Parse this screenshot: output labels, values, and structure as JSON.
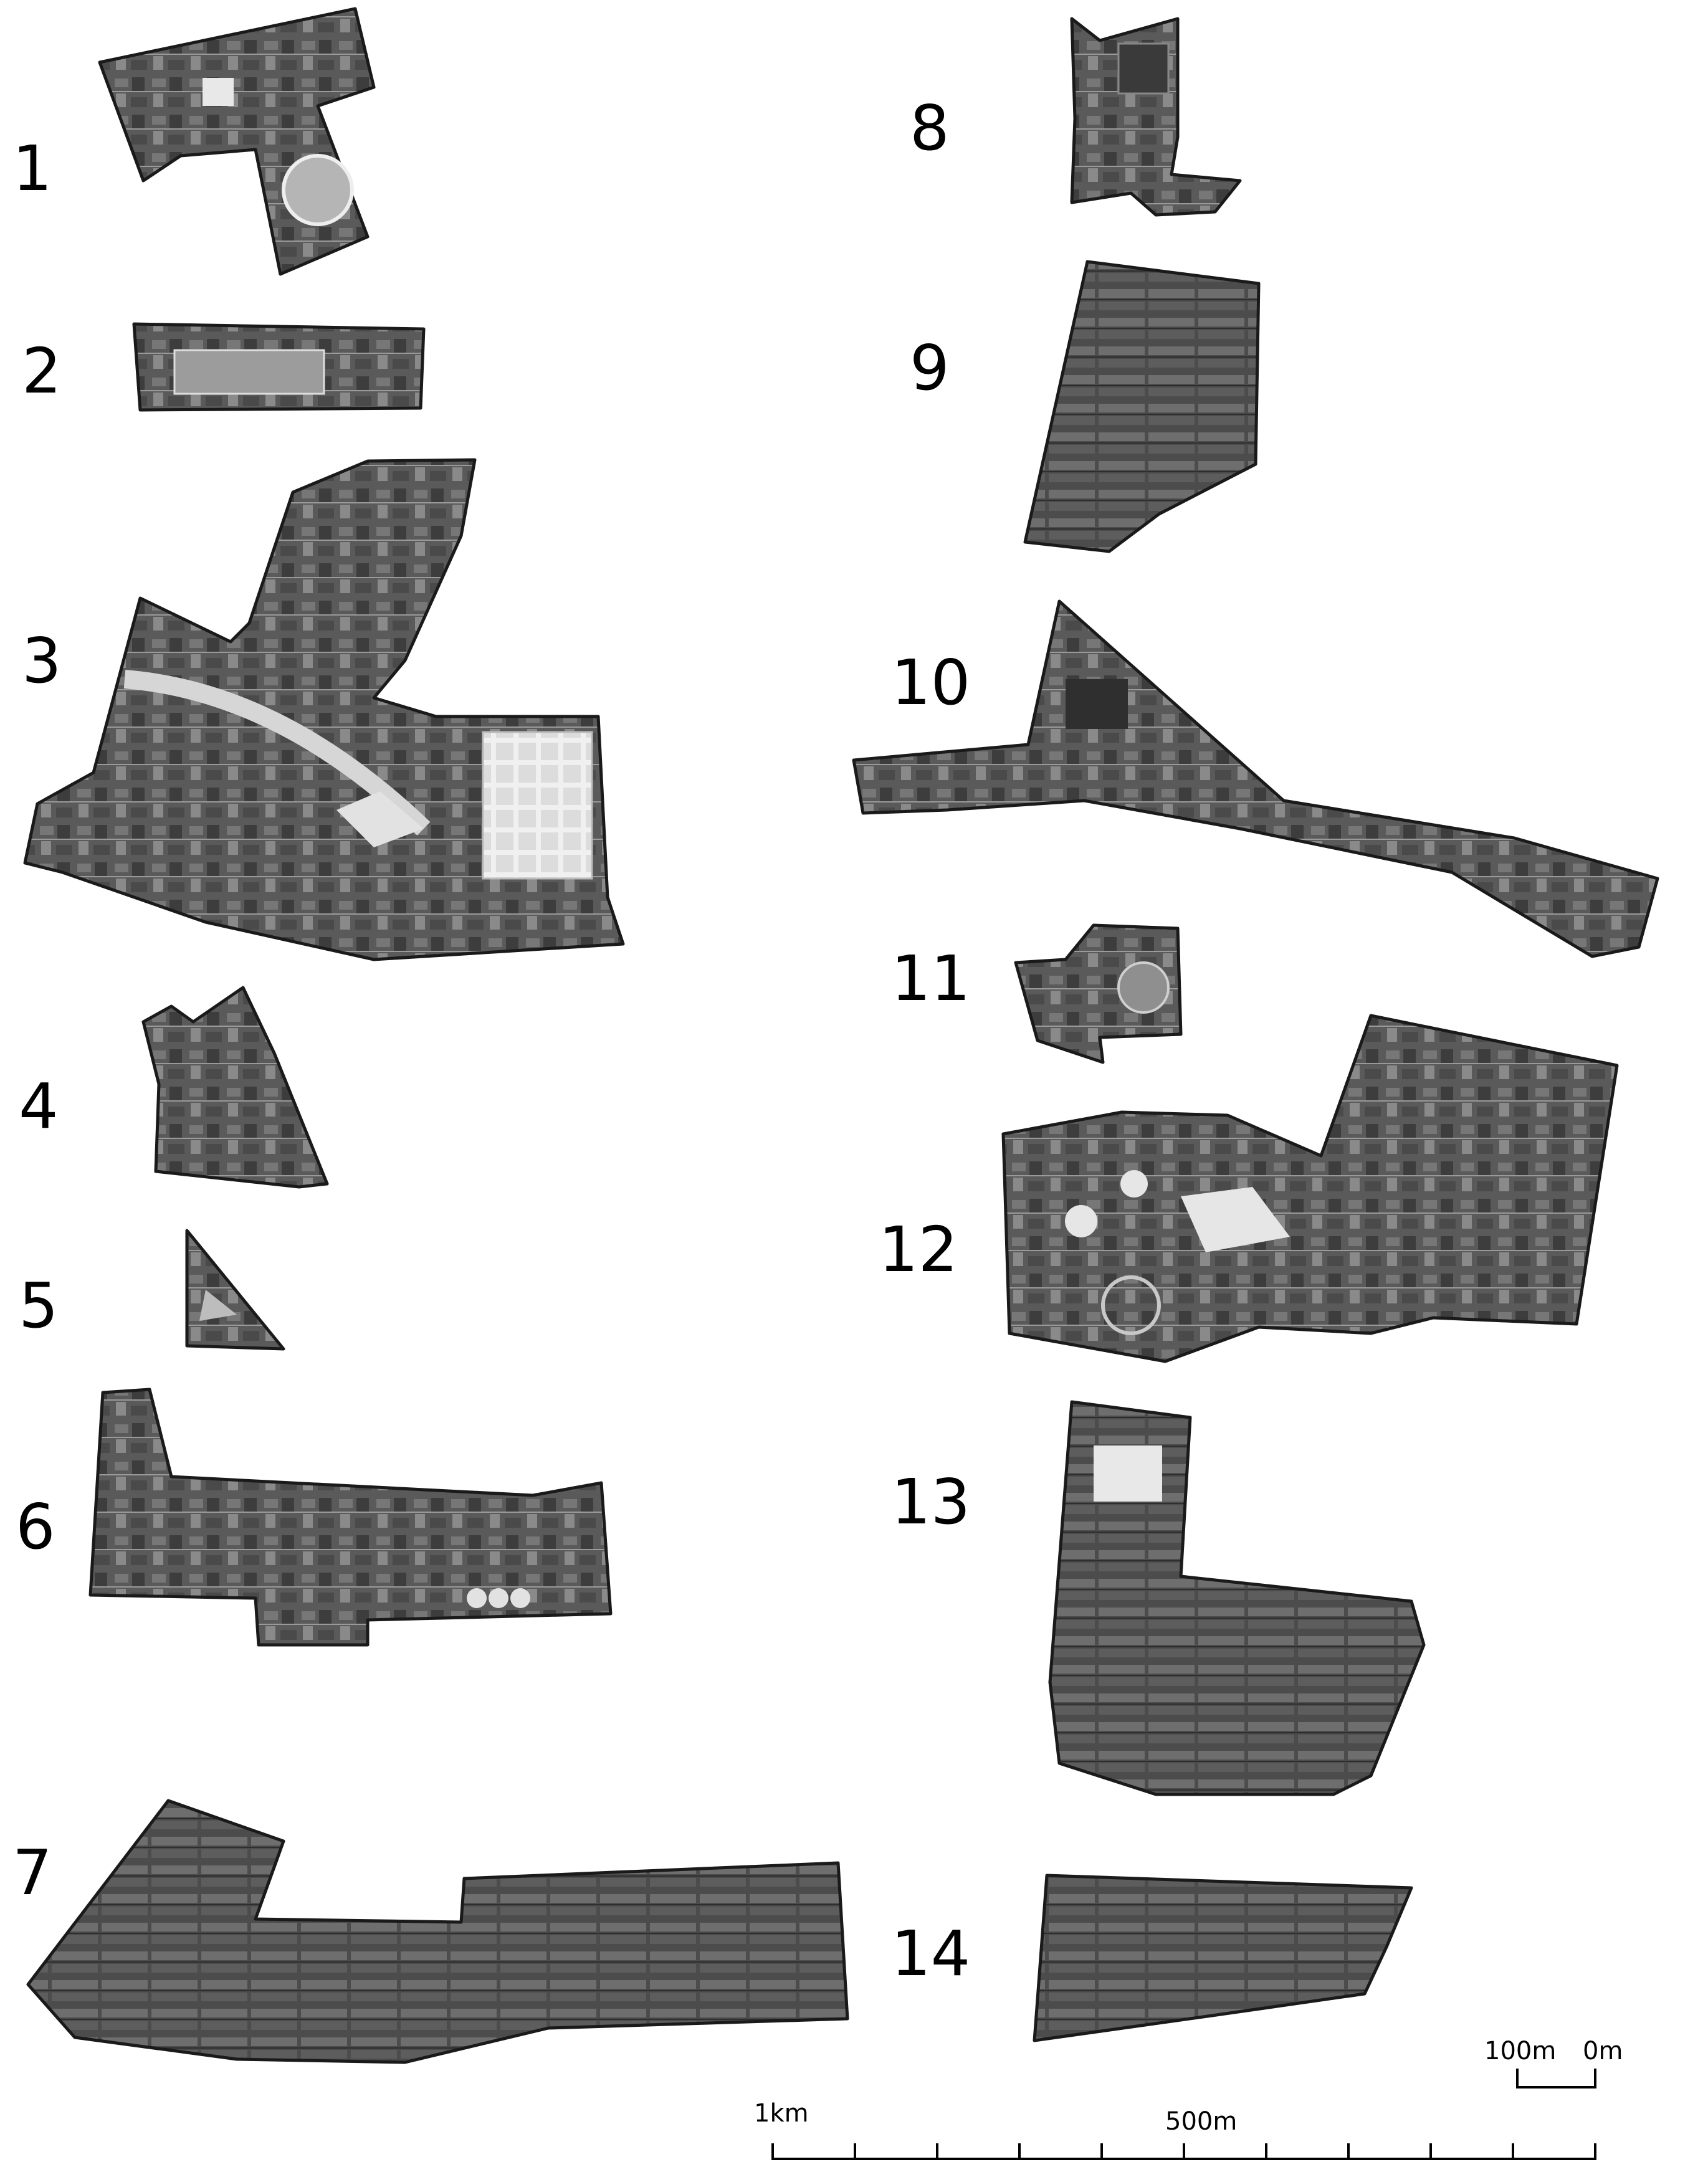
{
  "sites": [
    {
      "number": "1"
    },
    {
      "number": "2"
    },
    {
      "number": "3"
    },
    {
      "number": "4"
    },
    {
      "number": "5"
    },
    {
      "number": "6"
    },
    {
      "number": "7"
    },
    {
      "number": "8"
    },
    {
      "number": "9"
    },
    {
      "number": "10"
    },
    {
      "number": "11"
    },
    {
      "number": "12"
    },
    {
      "number": "13"
    },
    {
      "number": "14"
    }
  ],
  "scale_bar": {
    "label_1km": "1km",
    "label_500m": "500m",
    "label_100m": "100m",
    "label_0m": "0m"
  },
  "colors": {
    "aerial_dark": "#3a3a3a",
    "aerial_mid": "#6b6b6b",
    "aerial_light": "#9a9a9a",
    "roof_white": "#e6e6e6",
    "outline": "#1a1a1a"
  }
}
